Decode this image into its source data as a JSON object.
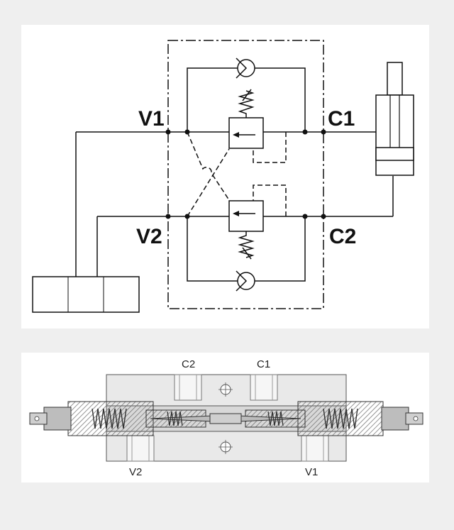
{
  "schematic": {
    "ports": {
      "v1": "V1",
      "c1": "C1",
      "v2": "V2",
      "c2": "C2"
    }
  },
  "section": {
    "ports": {
      "c2": "C2",
      "c1": "C1",
      "v2": "V2",
      "v1": "V1"
    }
  },
  "colors": {
    "background": "#efefef",
    "panel": "#ffffff",
    "line": "#111111",
    "body_fill": "#e9e9e9",
    "part_fill": "#bdbdbd",
    "hatch": "#6a6a6a"
  }
}
